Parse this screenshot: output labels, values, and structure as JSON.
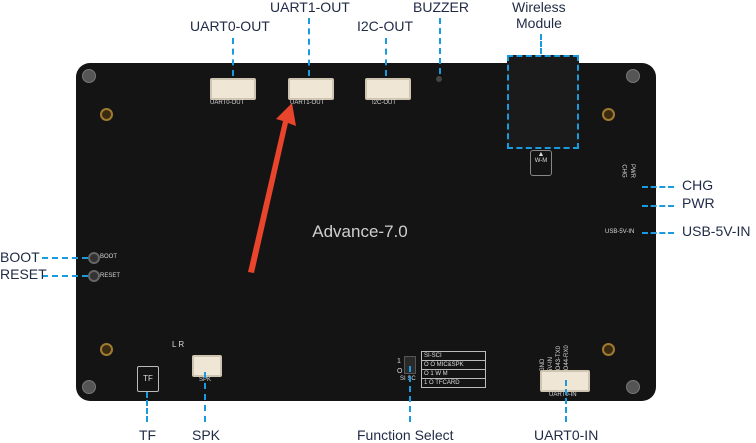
{
  "labels": {
    "uart0_out": "UART0-OUT",
    "uart1_out": "UART1-OUT",
    "i2c_out": "I2C-OUT",
    "buzzer": "BUZZER",
    "wireless": "Wireless",
    "module": "Module",
    "chg": "CHG",
    "pwr": "PWR",
    "usb": "USB-5V-IN",
    "boot": "BOOT",
    "reset": "RESET",
    "tf": "TF",
    "spk": "SPK",
    "function_select": "Function Select",
    "uart0_in": "UART0-IN"
  },
  "board": {
    "title": "Advance-7.0",
    "silk_uart0_out": "UART0-OUT",
    "silk_uart1_out": "UART1-OUT",
    "silk_i2c_out": "I2C-OUT",
    "silk_wm": "W-M",
    "silk_chg": "CHG",
    "silk_pwr": "PWR",
    "silk_usb": "USB-5V-IN",
    "silk_boot": "BOOT",
    "silk_reset": "RESET",
    "silk_spk": "SPK",
    "silk_uart0_in": "UART0-IN",
    "silk_tf": "TF",
    "silk_lr": "L  R",
    "silk_uart_pins": [
      "GND",
      "5V-IN",
      "IO43-TX0",
      "IO44-RX0"
    ],
    "switch_table": {
      "header": "SI-SCI",
      "rows": [
        "O  O  MIC&SPK",
        "O  1  W M",
        "1  O  TFCARD"
      ]
    },
    "switch_labels": {
      "one": "1",
      "zero": "O",
      "si_sc": "SI  SC"
    }
  },
  "colors": {
    "accent": "#1a9be0",
    "arrow": "#e8452c",
    "label": "#1f2a44"
  }
}
